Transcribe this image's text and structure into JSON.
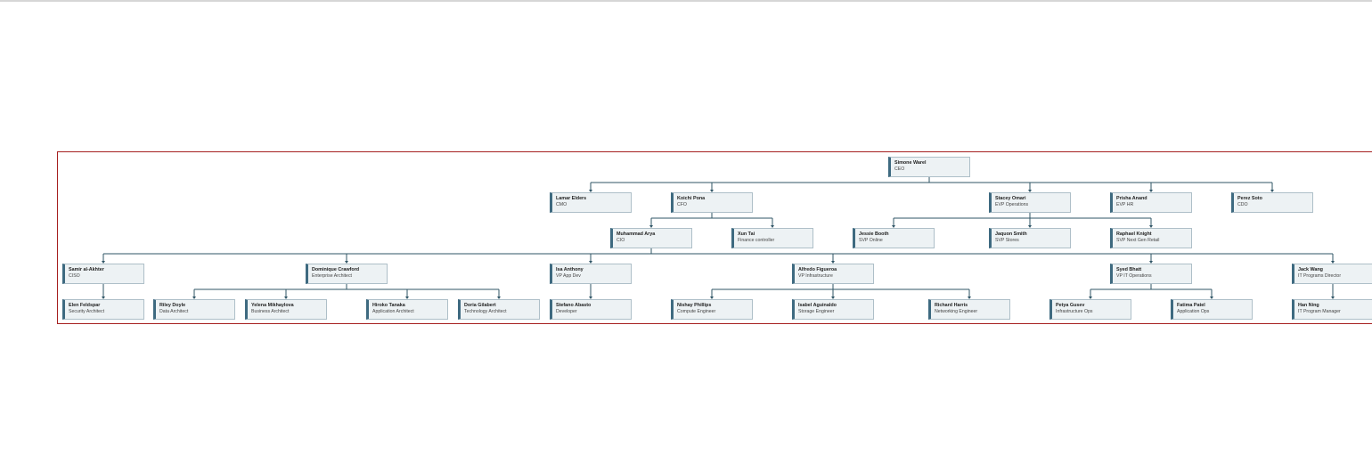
{
  "nodes": [
    {
      "id": "simone",
      "name": "Simone Warel",
      "title": "CEO"
    },
    {
      "id": "lamar",
      "name": "Lamar Elders",
      "title": "CMO"
    },
    {
      "id": "koichi",
      "name": "Koichi Pona",
      "title": "CFO"
    },
    {
      "id": "stacey",
      "name": "Stacey Omari",
      "title": "EVP Operations"
    },
    {
      "id": "prisha",
      "name": "Prisha Anand",
      "title": "EVP HR"
    },
    {
      "id": "perez",
      "name": "Perez Soto",
      "title": "CDO"
    },
    {
      "id": "muhammad",
      "name": "Muhammad Arya",
      "title": "CIO"
    },
    {
      "id": "xun",
      "name": "Xun Tai",
      "title": "Finance controller"
    },
    {
      "id": "jessie",
      "name": "Jessie Booth",
      "title": "SVP Online"
    },
    {
      "id": "jaquon",
      "name": "Jaquon Smith",
      "title": "SVP Stores"
    },
    {
      "id": "raphael",
      "name": "Raphael Knight",
      "title": "SVP Next Gen Retail"
    },
    {
      "id": "samir",
      "name": "Samir al-Akhter",
      "title": "CISO"
    },
    {
      "id": "dominique",
      "name": "Dominique Crawford",
      "title": "Enterprise Architect"
    },
    {
      "id": "isa",
      "name": "Isa Anthony",
      "title": "VP App Dev"
    },
    {
      "id": "alfredo",
      "name": "Alfredo Figueroa",
      "title": "VP Infrastructure"
    },
    {
      "id": "syed",
      "name": "Syed Bhatt",
      "title": "VP IT Operations"
    },
    {
      "id": "jack",
      "name": "Jack Wang",
      "title": "IT Programs Director"
    },
    {
      "id": "elen",
      "name": "Elen Feldspar",
      "title": "Security Architect"
    },
    {
      "id": "riley",
      "name": "Riley Doyle",
      "title": "Data Architect"
    },
    {
      "id": "yelena",
      "name": "Yelena Mikhaylova",
      "title": "Business Architect"
    },
    {
      "id": "hiroko",
      "name": "Hiroko Tanaka",
      "title": "Application Architect"
    },
    {
      "id": "doria",
      "name": "Doria Gilabert",
      "title": "Technology Architect"
    },
    {
      "id": "stefano",
      "name": "Stefano Abasto",
      "title": "Developer"
    },
    {
      "id": "nishay",
      "name": "Nishay Phillips",
      "title": "Compute Engineer"
    },
    {
      "id": "isabel",
      "name": "Isabel Aguinaldo",
      "title": "Storage Engineer"
    },
    {
      "id": "richard",
      "name": "Richard Harris",
      "title": "Networking Engineer"
    },
    {
      "id": "petya",
      "name": "Petya Gusev",
      "title": "Infrastructure Ops"
    },
    {
      "id": "fatima",
      "name": "Fatima Patel",
      "title": "Application Ops"
    },
    {
      "id": "han",
      "name": "Han Ning",
      "title": "IT Program Manager"
    }
  ],
  "edges": [
    [
      "simone",
      "lamar"
    ],
    [
      "simone",
      "koichi"
    ],
    [
      "simone",
      "stacey"
    ],
    [
      "simone",
      "prisha"
    ],
    [
      "simone",
      "perez"
    ],
    [
      "koichi",
      "muhammad"
    ],
    [
      "koichi",
      "xun"
    ],
    [
      "stacey",
      "jessie"
    ],
    [
      "stacey",
      "jaquon"
    ],
    [
      "stacey",
      "raphael"
    ],
    [
      "muhammad",
      "samir"
    ],
    [
      "muhammad",
      "dominique"
    ],
    [
      "muhammad",
      "isa"
    ],
    [
      "muhammad",
      "alfredo"
    ],
    [
      "muhammad",
      "syed"
    ],
    [
      "muhammad",
      "jack"
    ],
    [
      "samir",
      "elen"
    ],
    [
      "dominique",
      "riley"
    ],
    [
      "dominique",
      "yelena"
    ],
    [
      "dominique",
      "hiroko"
    ],
    [
      "dominique",
      "doria"
    ],
    [
      "isa",
      "stefano"
    ],
    [
      "alfredo",
      "nishay"
    ],
    [
      "alfredo",
      "isabel"
    ],
    [
      "alfredo",
      "richard"
    ],
    [
      "syed",
      "petya"
    ],
    [
      "syed",
      "fatima"
    ],
    [
      "jack",
      "han"
    ]
  ],
  "colors": {
    "frame": "#a62020",
    "accent": "#3e6a80",
    "connector": "#2f5566",
    "node_fill": "#edf2f4"
  }
}
